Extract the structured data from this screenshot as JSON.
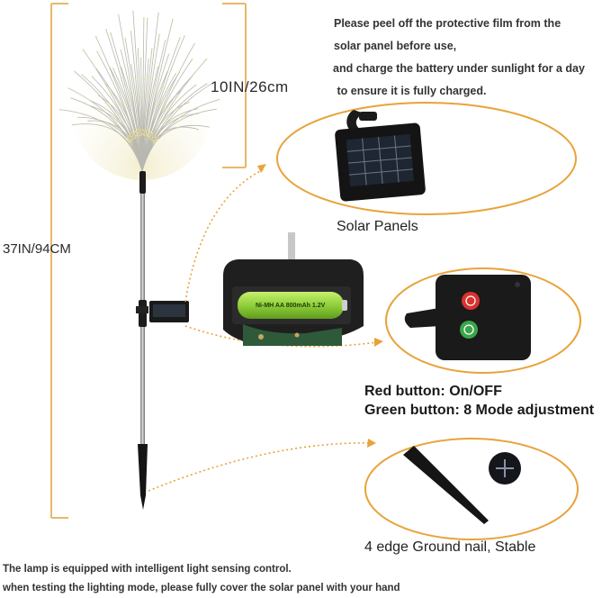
{
  "dimensions": {
    "top_section": "10IN/26cm",
    "total_height": "37IN/94CM"
  },
  "instructions": {
    "line1": "Please peel off the protective film from the",
    "line2": "solar panel before use,",
    "line3": "and charge the battery under sunlight for a day",
    "line4": " to ensure it is fully charged."
  },
  "callouts": {
    "solar_panel_caption": "Solar Panels",
    "red_button_caption": "Red button: On/OFF",
    "green_button_caption": "Green button: 8 Mode adjustment",
    "ground_nail_caption": "4 edge Ground nail, Stable"
  },
  "battery_label": "Ni-MH AA 800mAh 1.2V",
  "footer": {
    "line1": "The lamp is equipped with intelligent light sensing control.",
    "line2": "when testing the lighting mode, please fully cover the solar panel with your hand"
  },
  "colors": {
    "accent_orange": "#e8a33a",
    "bracket_gold": "#e8b86a",
    "red_button": "#d9332f",
    "green_button": "#3aa64a",
    "battery_green": "#8fcf3a"
  }
}
